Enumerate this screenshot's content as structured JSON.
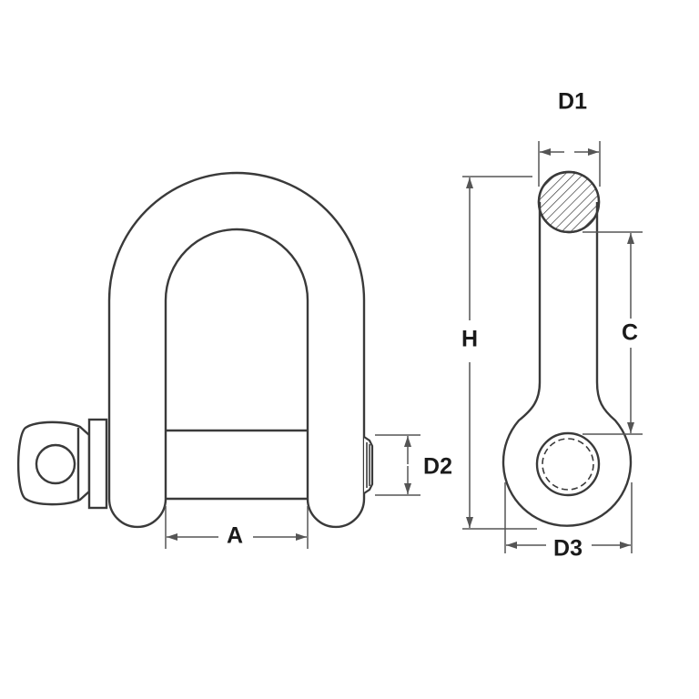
{
  "diagram": {
    "subject": "D-shackle with screw pin",
    "line_color": "#3a3a3a",
    "dim_color": "#555555",
    "label_color": "#1a1a1a",
    "views": [
      {
        "name": "front-view",
        "description": "D-shackle body with pin"
      },
      {
        "name": "side-view",
        "description": "Side profile with pin cross-section"
      }
    ],
    "dimensions": {
      "A": {
        "label": "A",
        "meaning": "inside width"
      },
      "D1": {
        "label": "D1",
        "meaning": "body diameter"
      },
      "D2": {
        "label": "D2",
        "meaning": "pin thread diameter"
      },
      "D3": {
        "label": "D3",
        "meaning": "eye outer diameter"
      },
      "H": {
        "label": "H",
        "meaning": "overall height"
      },
      "C": {
        "label": "C",
        "meaning": "inside length"
      }
    }
  }
}
